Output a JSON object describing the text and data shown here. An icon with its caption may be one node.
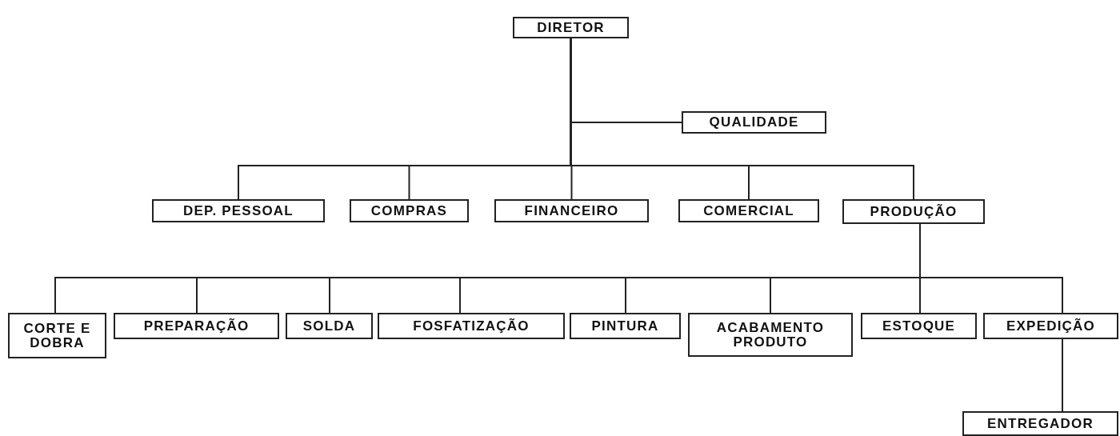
{
  "diagram": {
    "nodes": [
      {
        "text": [
          "DIRETOR"
        ]
      },
      {
        "text": [
          "QUALIDADE"
        ]
      },
      {
        "text": [
          "DEP. PESSOAL"
        ]
      },
      {
        "text": [
          "COMPRAS"
        ]
      },
      {
        "text": [
          "FINANCEIRO"
        ]
      },
      {
        "text": [
          "COMERCIAL"
        ]
      },
      {
        "text": [
          "PRODUÇÃO"
        ]
      },
      {
        "text": [
          "CORTE E DOBRA"
        ]
      },
      {
        "text": [
          "PREPARAÇÃO"
        ]
      },
      {
        "text": [
          "SOLDA"
        ]
      },
      {
        "text": [
          "FOSFATIZAÇÃO"
        ]
      },
      {
        "text": [
          "PINTURA"
        ]
      },
      {
        "text": [
          "ACABAMENTO PRODUTO"
        ]
      },
      {
        "text": [
          "ESTOQUE"
        ]
      },
      {
        "text": [
          "EXPEDIÇÃO"
        ]
      },
      {
        "text": [
          "ENTREGADOR"
        ]
      }
    ],
    "edges": [
      {
        "from": 0,
        "to": 1,
        "arrow": "none"
      },
      {
        "from": 0,
        "to": 2,
        "arrow": "none"
      },
      {
        "from": 0,
        "to": 3,
        "arrow": "none"
      },
      {
        "from": 0,
        "to": 4,
        "arrow": "none"
      },
      {
        "from": 0,
        "to": 5,
        "arrow": "none"
      },
      {
        "from": 0,
        "to": 6,
        "arrow": "none"
      },
      {
        "from": 6,
        "to": 7,
        "arrow": "none"
      },
      {
        "from": 6,
        "to": 8,
        "arrow": "none"
      },
      {
        "from": 6,
        "to": 9,
        "arrow": "none"
      },
      {
        "from": 6,
        "to": 10,
        "arrow": "none"
      },
      {
        "from": 6,
        "to": 11,
        "arrow": "none"
      },
      {
        "from": 6,
        "to": 12,
        "arrow": "none"
      },
      {
        "from": 6,
        "to": 13,
        "arrow": "none"
      },
      {
        "from": 6,
        "to": 14,
        "arrow": "none"
      },
      {
        "from": 14,
        "to": 15,
        "arrow": "none"
      }
    ]
  }
}
